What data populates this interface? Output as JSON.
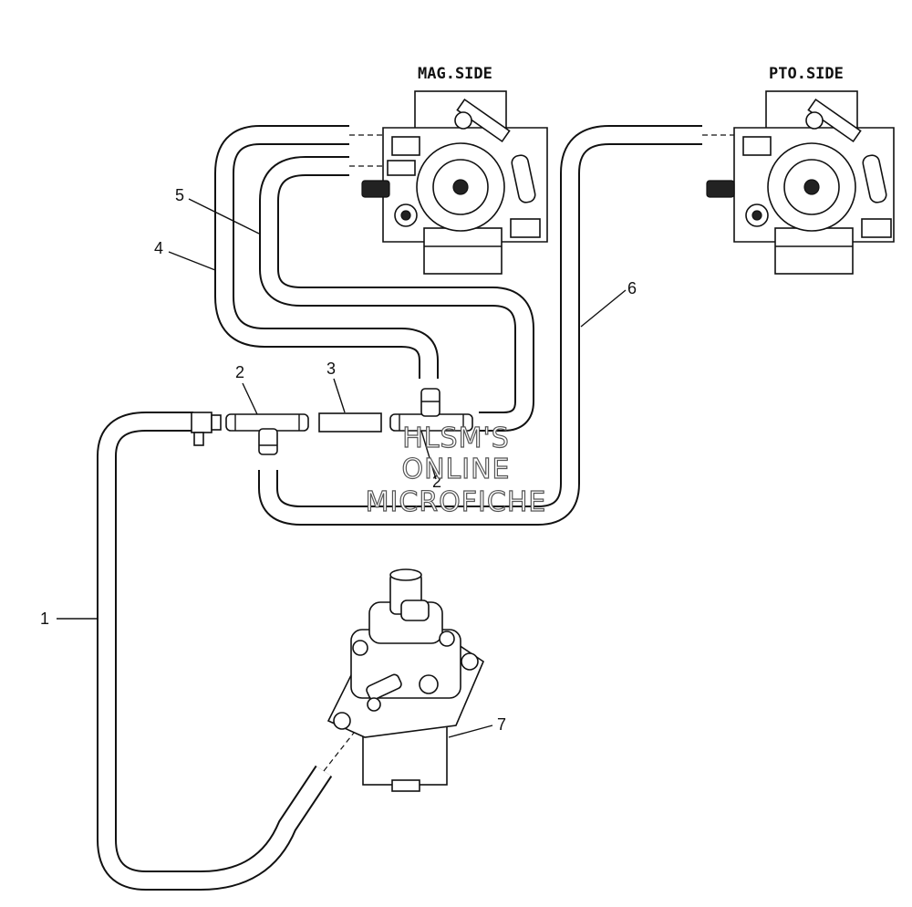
{
  "labels": {
    "mag_side": "MAG.SIDE",
    "pto_side": "PTO.SIDE"
  },
  "callouts": {
    "c1": "1",
    "c2a": "2",
    "c2b": "2",
    "c3": "3",
    "c4": "4",
    "c5": "5",
    "c6": "6",
    "c7": "7"
  },
  "watermark": {
    "line1": "HLSM'S",
    "line2": "ONLINE",
    "line3": "MICROFICHE"
  }
}
